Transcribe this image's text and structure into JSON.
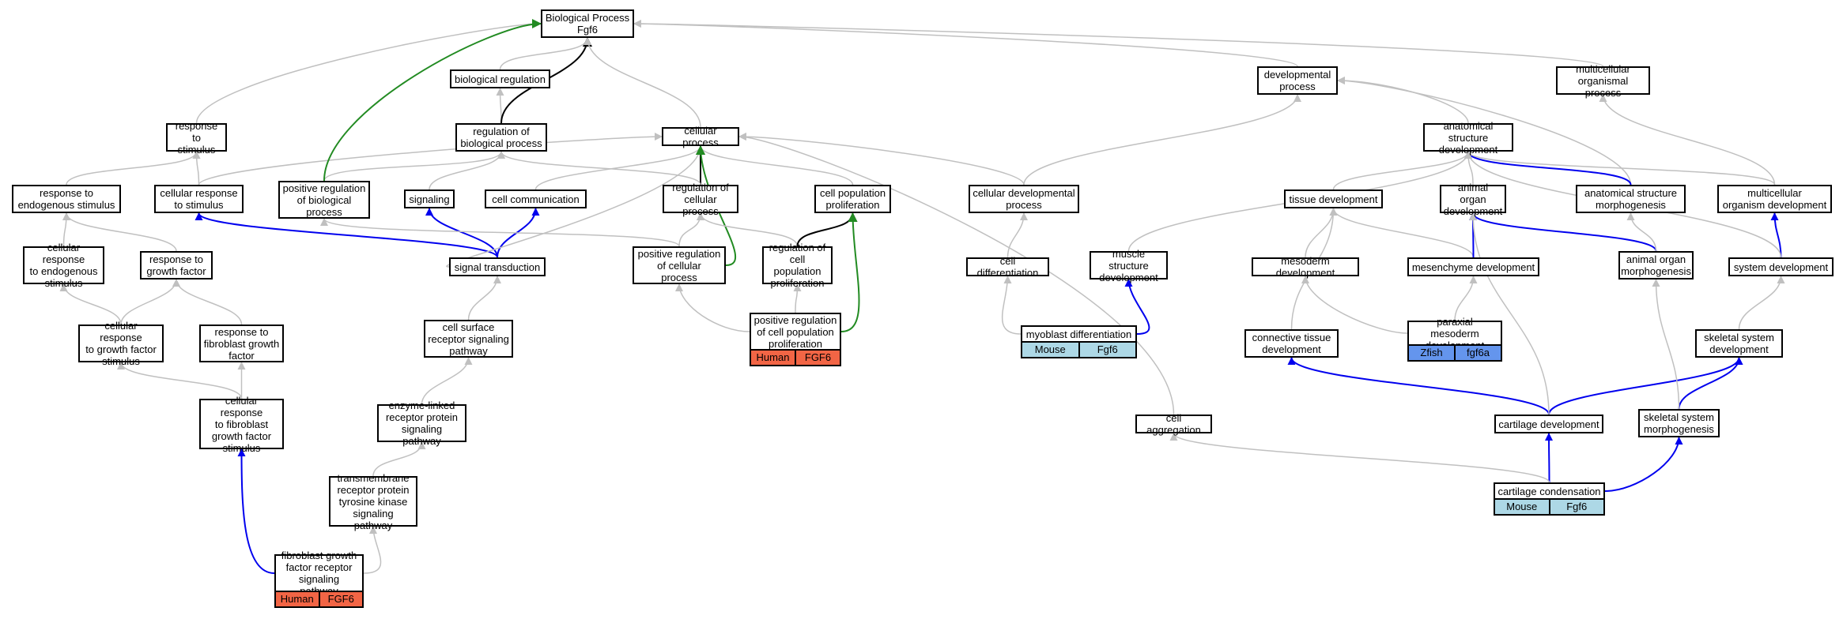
{
  "nodes": {
    "bp": {
      "label": "Biological Process\nFgf6"
    },
    "bioreg": {
      "label": "biological regulation"
    },
    "regbio": {
      "label": "regulation of\nbiological process"
    },
    "cellproc": {
      "label": "cellular process"
    },
    "devproc": {
      "label": "developmental\nprocess"
    },
    "multi": {
      "label": "multicellular\norganismal process"
    },
    "resp": {
      "label": "response to\nstimulus"
    },
    "anat": {
      "label": "anatomical structure\ndevelopment"
    },
    "respendo": {
      "label": "response to\nendogenous stimulus"
    },
    "cellresp": {
      "label": "cellular response\nto stimulus"
    },
    "posregbio": {
      "label": "positive regulation\nof biological\nprocess"
    },
    "signaling": {
      "label": "signaling"
    },
    "cellcomm": {
      "label": "cell communication"
    },
    "regcell": {
      "label": "regulation of\ncellular process"
    },
    "cellpop": {
      "label": "cell population\nproliferation"
    },
    "celldev": {
      "label": "cellular developmental\nprocess"
    },
    "tissue": {
      "label": "tissue development"
    },
    "animorg": {
      "label": "animal organ\ndevelopment"
    },
    "anatmorph": {
      "label": "anatomical structure\nmorphogenesis"
    },
    "multidev": {
      "label": "multicellular\norganism development"
    },
    "cellrespendo": {
      "label": "cellular response\nto endogenous\nstimulus"
    },
    "respgf": {
      "label": "response to\ngrowth factor"
    },
    "sigtrans": {
      "label": "signal transduction"
    },
    "posregcell": {
      "label": "positive regulation\nof cellular\nprocess"
    },
    "regpop": {
      "label": "regulation of\ncell population\nproliferation"
    },
    "celldiff": {
      "label": "cell differentiation"
    },
    "muscle": {
      "label": "muscle structure\ndevelopment"
    },
    "mesoderm": {
      "label": "mesoderm development"
    },
    "mesench": {
      "label": "mesenchyme development"
    },
    "animmorph": {
      "label": "animal organ\nmorphogenesis"
    },
    "sysdev": {
      "label": "system development"
    },
    "cellrespgf": {
      "label": "cellular response\nto growth factor\nstimulus"
    },
    "respfgf": {
      "label": "response to\nfibroblast growth\nfactor"
    },
    "surface": {
      "label": "cell surface\nreceptor signaling\npathway"
    },
    "posregpop": {
      "label": "positive regulation\nof cell population\nproliferation"
    },
    "myoblast": {
      "label": "myoblast differentiation"
    },
    "paraxial": {
      "label": "paraxial mesoderm\ndevelopment"
    },
    "connective": {
      "label": "connective tissue\ndevelopment"
    },
    "skeletal": {
      "label": "skeletal system\ndevelopment"
    },
    "cellrespfgf": {
      "label": "cellular response\nto fibroblast\ngrowth factor\nstimulus"
    },
    "enzyme": {
      "label": "enzyme-linked\nreceptor protein\nsignaling pathway"
    },
    "cellagg": {
      "label": "cell aggregation"
    },
    "cartdev": {
      "label": "cartilage development"
    },
    "skelmorph": {
      "label": "skeletal system\nmorphogenesis"
    },
    "transmem": {
      "label": "transmembrane\nreceptor protein\ntyrosine kinase\nsignaling pathway"
    },
    "cartcond": {
      "label": "cartilage condensation"
    },
    "fgfr": {
      "label": "fibroblast growth\nfactor receptor\nsignaling pathway"
    }
  },
  "annotations": {
    "posregpop": {
      "species": "Human",
      "gene": "FGF6",
      "color": "#f26545"
    },
    "myoblast": {
      "species": "Mouse",
      "gene": "Fgf6",
      "color": "#add8e6"
    },
    "paraxial": {
      "species": "Zfish",
      "gene": "fgf6a",
      "color": "#6495ed"
    },
    "cartcond": {
      "species": "Mouse",
      "gene": "Fgf6",
      "color": "#add8e6"
    },
    "fgfr": {
      "species": "Human",
      "gene": "FGF6",
      "color": "#f26545"
    }
  },
  "edge_colors": {
    "is_a": "#c0c0c0",
    "part_of": "#0000ee",
    "regulates": "#000000",
    "positively_regulates": "#228b22"
  }
}
